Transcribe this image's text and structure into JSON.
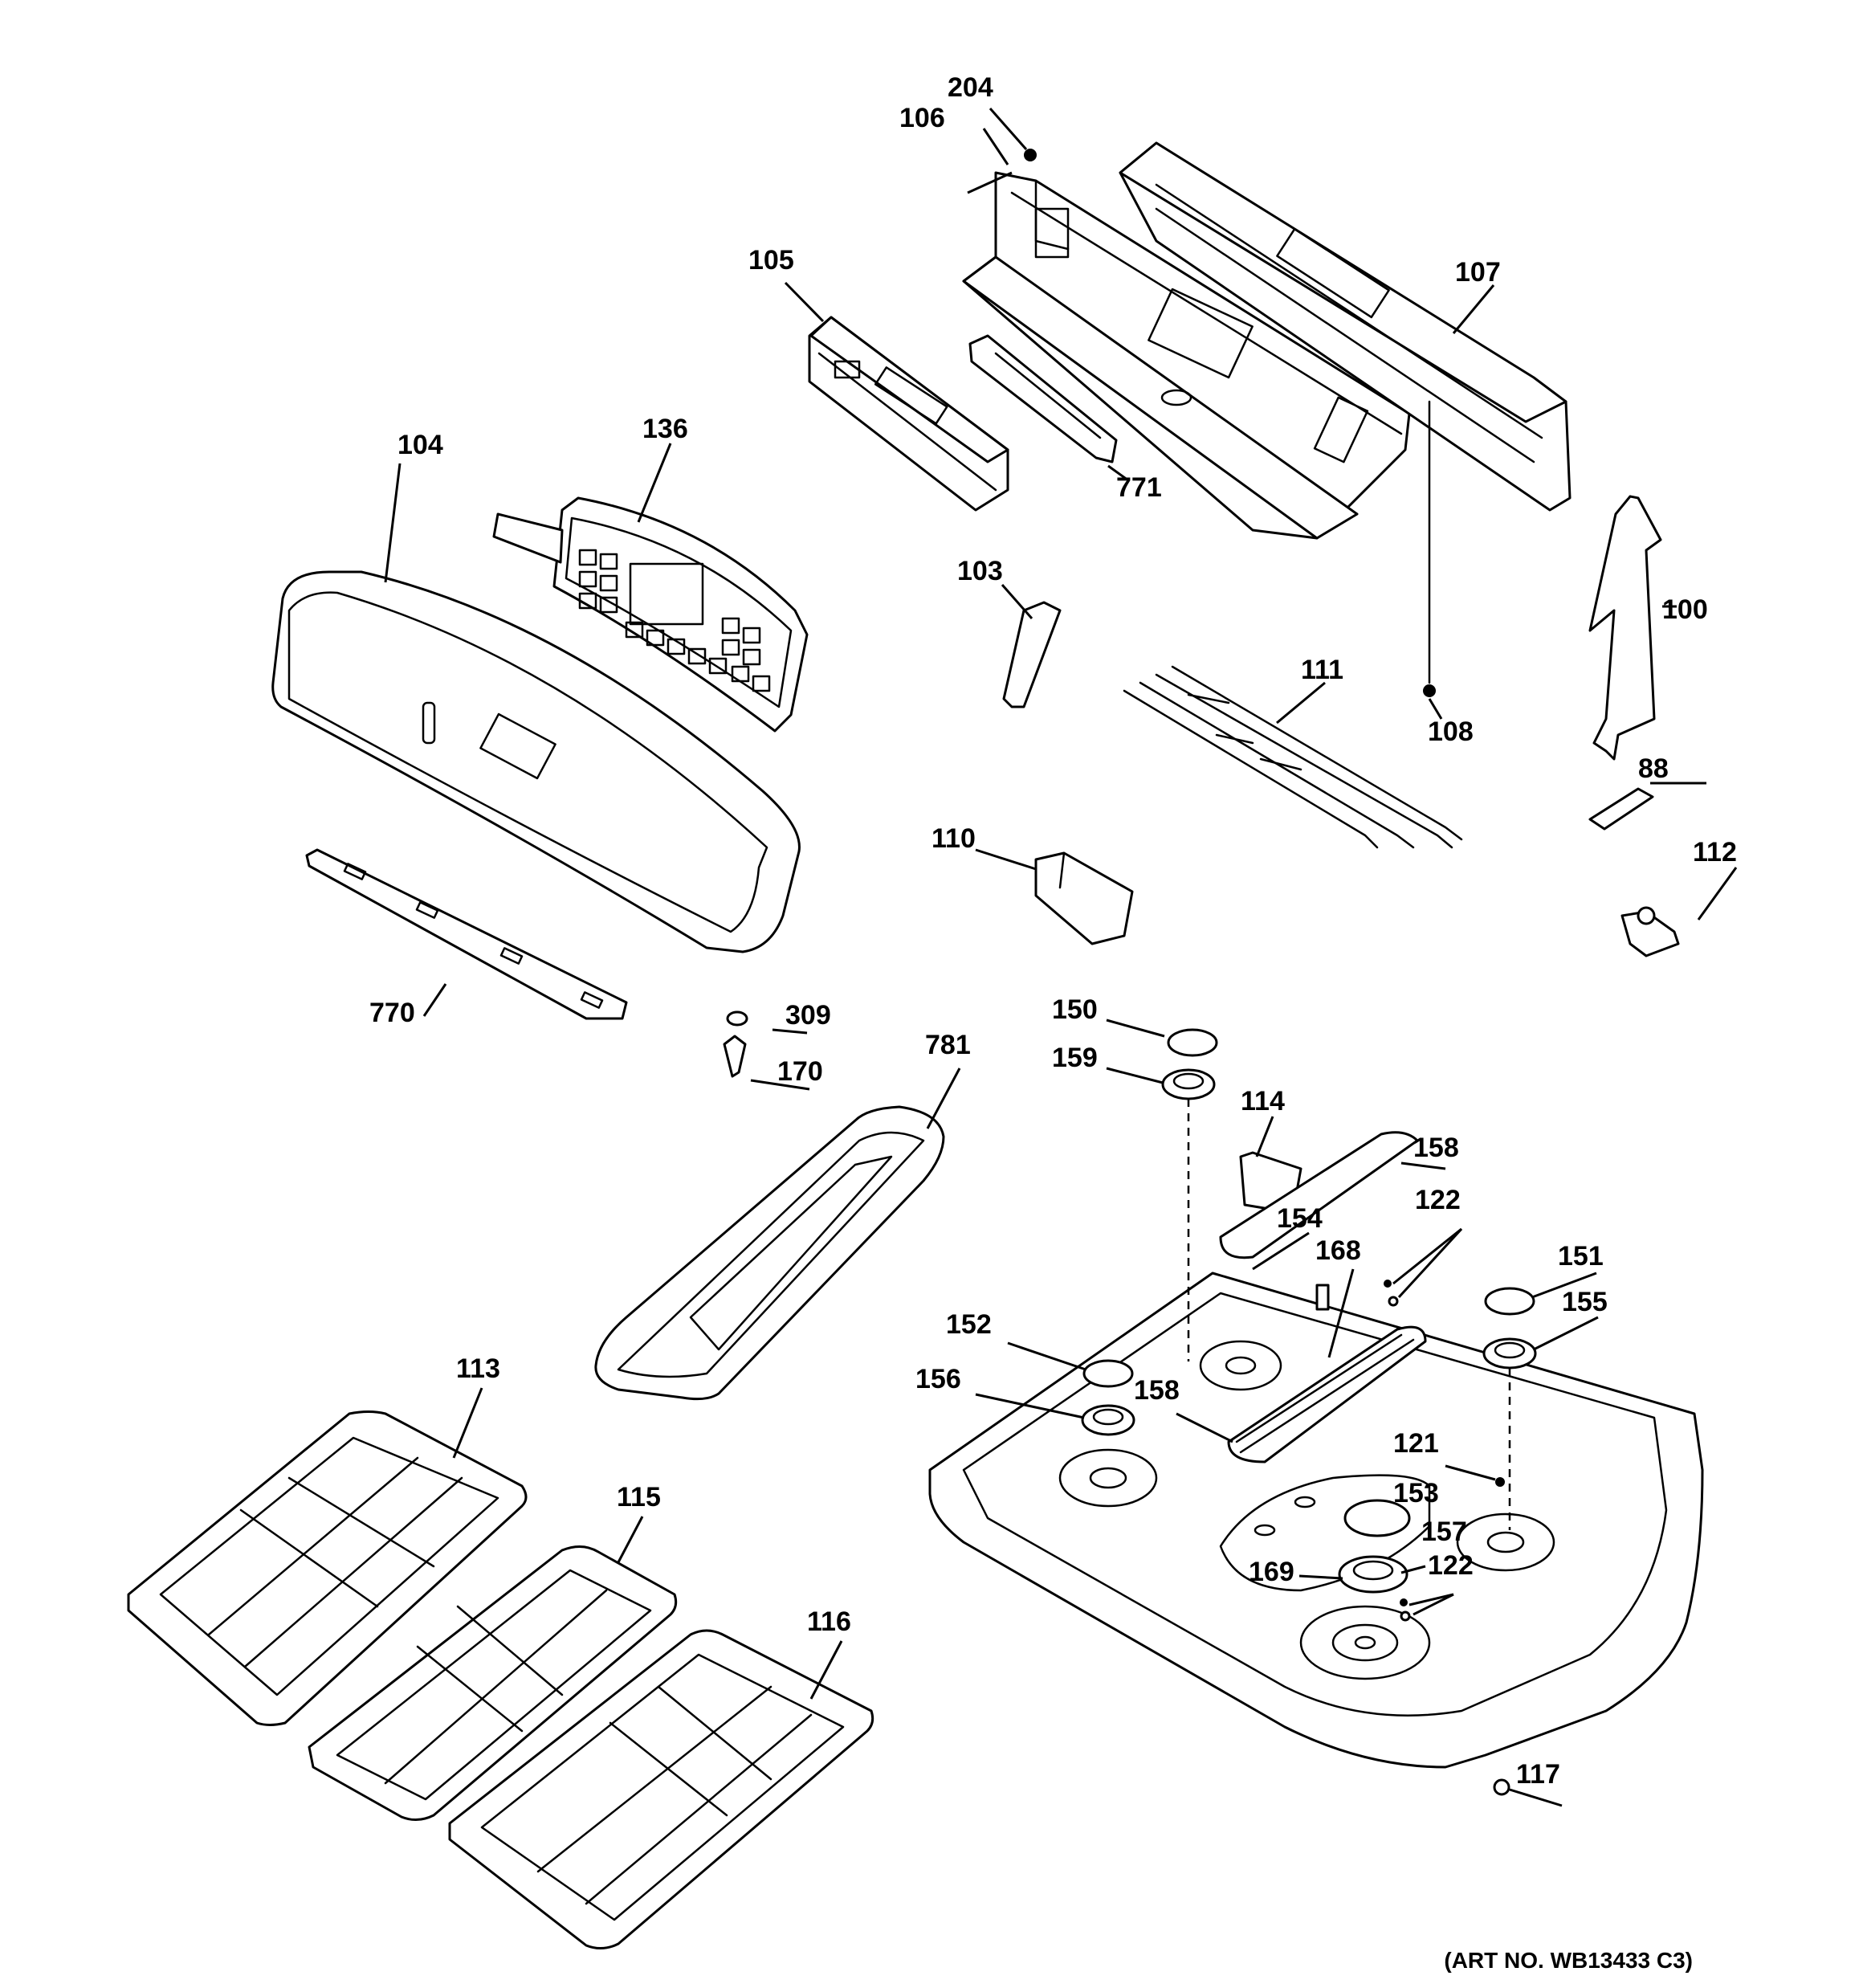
{
  "diagram": {
    "art_number": "(ART NO. WB13433 C3)",
    "callouts": {
      "c204": "204",
      "c106": "106",
      "c107": "107",
      "c105": "105",
      "c771": "771",
      "c104": "104",
      "c136": "136",
      "c103": "103",
      "c100": "100",
      "c111": "111",
      "c108": "108",
      "c88": "88",
      "c110": "110",
      "c112": "112",
      "c770": "770",
      "c309": "309",
      "c170": "170",
      "c781": "781",
      "c150": "150",
      "c159": "159",
      "c114": "114",
      "c158a": "158",
      "c122a": "122",
      "c154": "154",
      "c168": "168",
      "c151": "151",
      "c155": "155",
      "c152": "152",
      "c156": "156",
      "c158b": "158",
      "c121": "121",
      "c153": "153",
      "c157": "157",
      "c169": "169",
      "c122b": "122",
      "c113": "113",
      "c115": "115",
      "c116": "116",
      "c117": "117"
    }
  }
}
